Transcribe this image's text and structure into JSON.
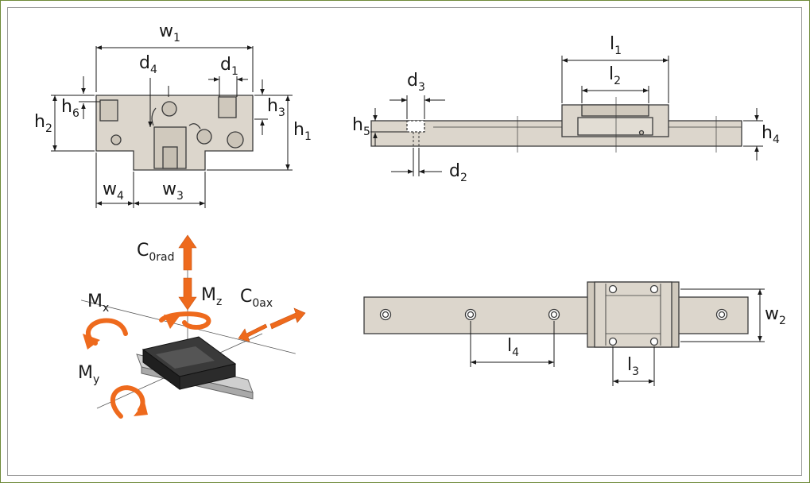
{
  "colors": {
    "part_fill": "#dcd6cc",
    "part_stroke": "#3a3a3a",
    "arrow": "#ee6a1d",
    "block": "#2b2b2b",
    "frame_border": "#6e8a3a"
  },
  "labels": {
    "w1": {
      "main": "w",
      "sub": "1"
    },
    "d4": {
      "main": "d",
      "sub": "4"
    },
    "d1": {
      "main": "d",
      "sub": "1"
    },
    "h6": {
      "main": "h",
      "sub": "6"
    },
    "h2": {
      "main": "h",
      "sub": "2"
    },
    "h3": {
      "main": "h",
      "sub": "3"
    },
    "h1": {
      "main": "h",
      "sub": "1"
    },
    "w4": {
      "main": "w",
      "sub": "4"
    },
    "w3": {
      "main": "w",
      "sub": "3"
    },
    "l1": {
      "main": "l",
      "sub": "1"
    },
    "l2": {
      "main": "l",
      "sub": "2"
    },
    "d3": {
      "main": "d",
      "sub": "3"
    },
    "h5": {
      "main": "h",
      "sub": "5"
    },
    "h4": {
      "main": "h",
      "sub": "4"
    },
    "d2": {
      "main": "d",
      "sub": "2"
    },
    "c0rad": {
      "main": "C",
      "sub": "0rad"
    },
    "mz": {
      "main": "M",
      "sub": "z"
    },
    "c0ax": {
      "main": "C",
      "sub": "0ax"
    },
    "mx": {
      "main": "M",
      "sub": "x"
    },
    "my": {
      "main": "M",
      "sub": "y"
    },
    "w2": {
      "main": "w",
      "sub": "2"
    },
    "l4": {
      "main": "l",
      "sub": "4"
    },
    "l3": {
      "main": "l",
      "sub": "3"
    }
  }
}
